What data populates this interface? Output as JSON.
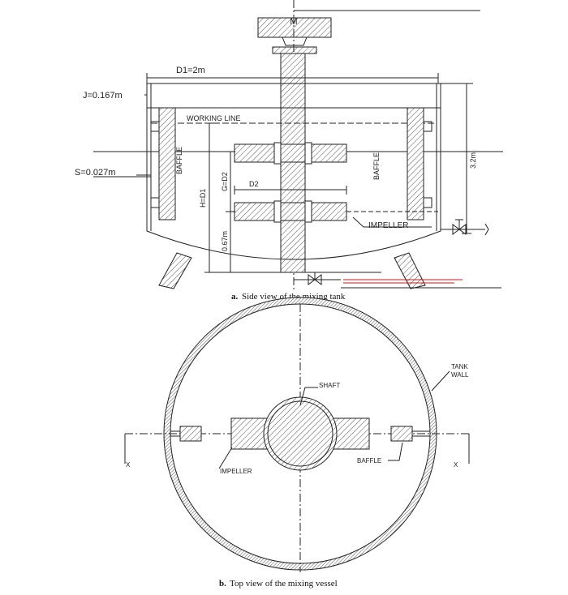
{
  "side_view": {
    "motor_label": "M",
    "d1_label": "D1=2m",
    "j_label": "J=0.167m",
    "s_label": "S=0.027m",
    "working_line_label": "WORKING LINE",
    "baffle_left_label": "BAFFLE",
    "baffle_right_label": "BAFFLE",
    "h_label": "H=D1",
    "g_label": "G=D2",
    "d2_label": "D2",
    "bottom_clearance_label": "0.67m",
    "height_label": "3.2m",
    "impeller_label": "IMPELLER",
    "caption_letter": "a.",
    "caption_text": "Side view of the mixing tank"
  },
  "top_view": {
    "shaft_label": "SHAFT",
    "tank_wall_label_1": "TANK",
    "tank_wall_label_2": "WALL",
    "impeller_label": "IMPELLER",
    "baffle_label": "BAFFLE",
    "x_left_label": "X",
    "x_right_label": "X",
    "caption_letter": "b.",
    "caption_text": "Top view of the mixing vessel"
  },
  "colors": {
    "line": "#222222",
    "hatch": "#555555",
    "annotation_red": "#e01010"
  }
}
